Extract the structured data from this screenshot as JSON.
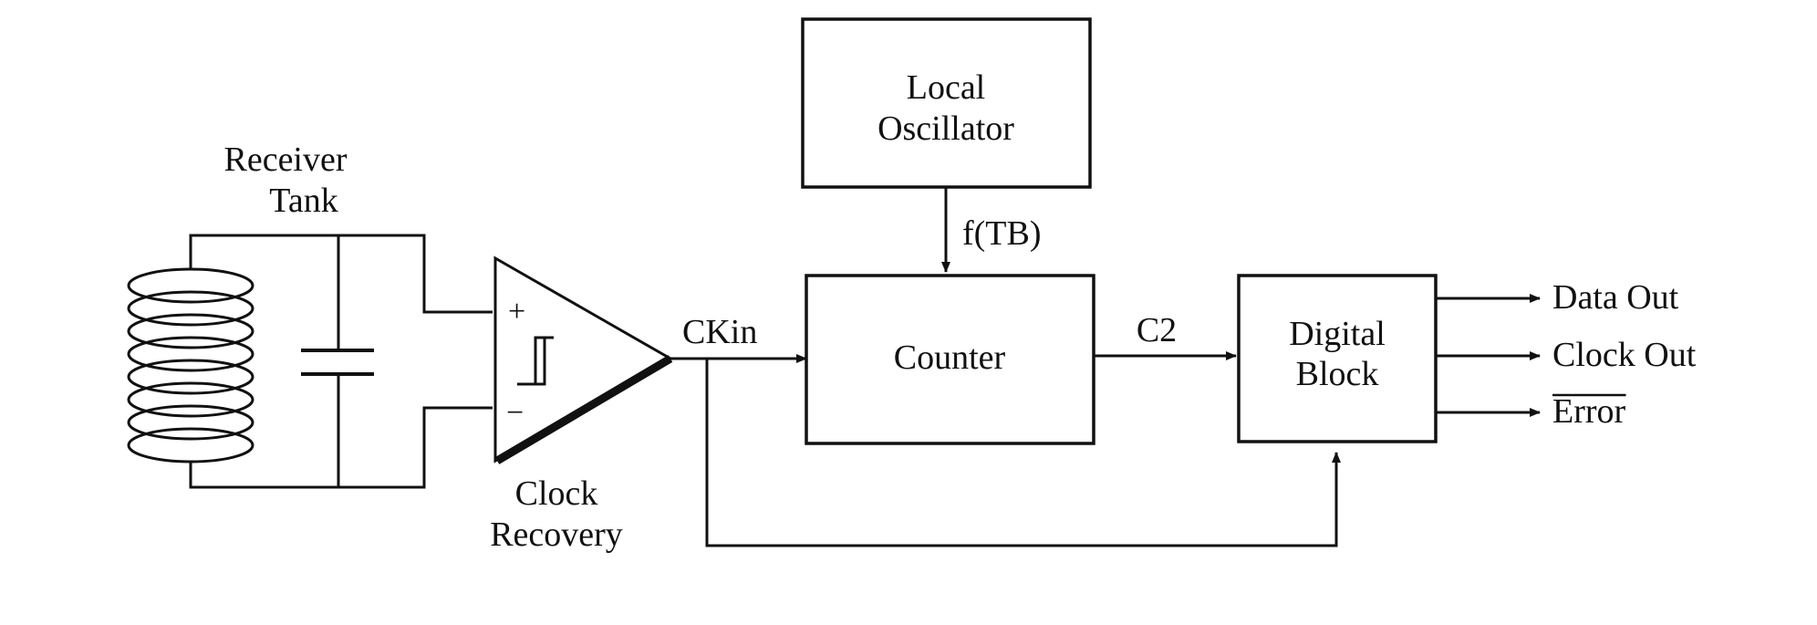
{
  "receiver_tank": {
    "line1": "Receiver",
    "line2": "Tank"
  },
  "clock_recovery": {
    "line1": "Clock",
    "line2": "Recovery",
    "plus": "+",
    "minus": "−"
  },
  "local_oscillator": {
    "line1": "Local",
    "line2": "Oscillator"
  },
  "counter": {
    "label": "Counter"
  },
  "digital_block": {
    "line1": "Digital",
    "line2": "Block"
  },
  "signals": {
    "ckin": "CKin",
    "ftb": "f(TB)",
    "c2": "C2"
  },
  "outputs": {
    "data_out": "Data Out",
    "clock_out": "Clock Out",
    "error": "Error"
  },
  "colors": {
    "ink": "#111111",
    "background": "#ffffff"
  }
}
